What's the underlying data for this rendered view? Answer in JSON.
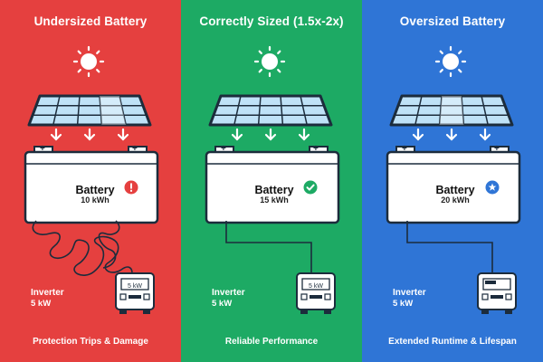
{
  "panels": [
    {
      "id": "undersized",
      "title": "Undersized Battery",
      "bg": "#e5403f",
      "battery_label": "Battery",
      "battery_capacity": "10 kWh",
      "inverter_label": "Inverter",
      "inverter_power": "5 kW",
      "footer": "Protection Trips & Damage",
      "status_icon": "warning-icon",
      "status_color": "#e5403f"
    },
    {
      "id": "correct",
      "title": "Correctly Sized (1.5x-2x)",
      "bg": "#1daa64",
      "battery_label": "Battery",
      "battery_capacity": "15 kWh",
      "inverter_label": "Inverter",
      "inverter_power": "5 kW",
      "footer": "Reliable Performance",
      "status_icon": "check-icon",
      "status_color": "#1daa64"
    },
    {
      "id": "oversized",
      "title": "Oversized Battery",
      "bg": "#2f75d6",
      "battery_label": "Battery",
      "battery_capacity": "20 kWh",
      "inverter_label": "Inverter",
      "inverter_power": "5 kW",
      "footer": "Extended Runtime & Lifespan",
      "status_icon": "star-icon",
      "status_color": "#2f75d6"
    }
  ],
  "inverter_screen_text": "5 kW",
  "terminal_plus": "+"
}
